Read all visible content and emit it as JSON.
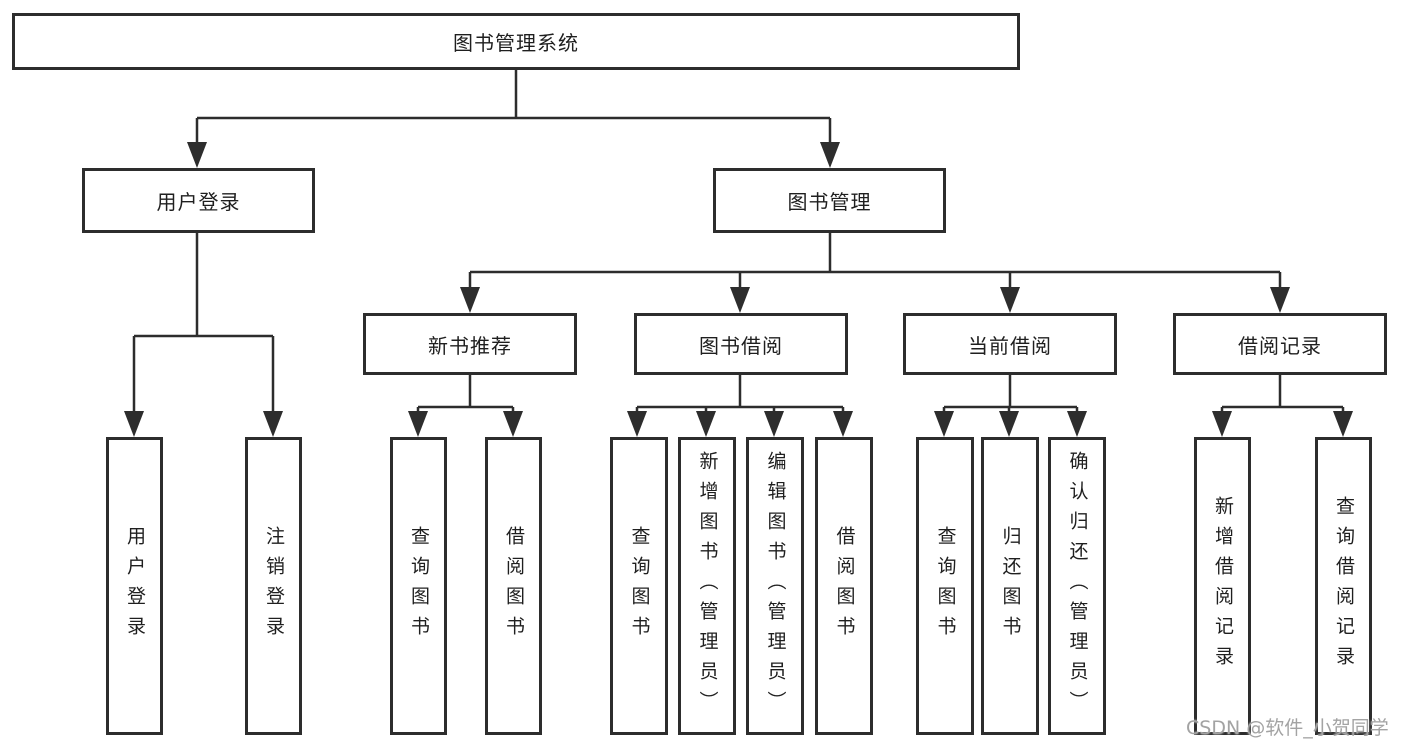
{
  "diagram": {
    "type": "tree",
    "title": "图书管理系统",
    "level2": {
      "user_login": "用户登录",
      "book_mgmt": "图书管理"
    },
    "level3": {
      "new_books": "新书推荐",
      "book_borrow": "图书借阅",
      "current_borrow": "当前借阅",
      "borrow_records": "借阅记录"
    },
    "leaves": [
      "用户登录",
      "注销登录",
      "查询图书",
      "借阅图书",
      "查询图书",
      "新增图书（管理员）",
      "编辑图书（管理员）",
      "借阅图书",
      "查询图书",
      "归还图书",
      "确认归还（管理员）",
      "新增借阅记录",
      "查询借阅记录"
    ],
    "hierarchy": {
      "图书管理系统": {
        "用户登录": [
          "用户登录",
          "注销登录"
        ],
        "图书管理": {
          "新书推荐": [
            "查询图书",
            "借阅图书"
          ],
          "图书借阅": [
            "查询图书",
            "新增图书（管理员）",
            "编辑图书（管理员）",
            "借阅图书"
          ],
          "当前借阅": [
            "查询图书",
            "归还图书",
            "确认归还（管理员）"
          ],
          "借阅记录": [
            "新增借阅记录",
            "查询借阅记录"
          ]
        }
      }
    }
  },
  "watermark": "CSDN @软件_小贺同学",
  "colors": {
    "line": "#2d2d2d",
    "box_border": "#2d2d2d",
    "text": "#1f1f1f",
    "watermark": "#a3a3a3",
    "background": "#ffffff"
  }
}
